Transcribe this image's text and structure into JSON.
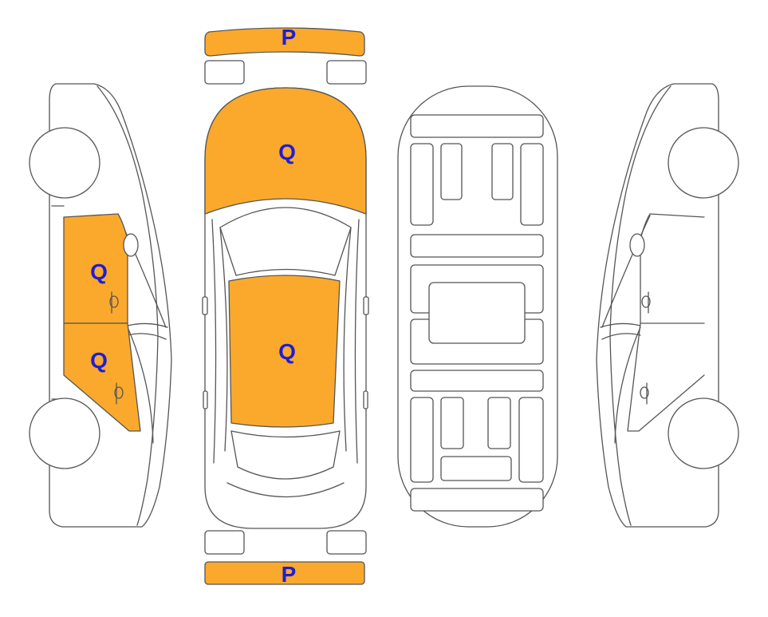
{
  "colors": {
    "highlight": "#FBA92C",
    "outline": "#555555",
    "label": "#1F1FD1"
  },
  "labels": {
    "front_bumper": "P",
    "hood": "Q",
    "roof": "Q",
    "left_front_door": "Q",
    "left_rear_door": "Q",
    "rear_bumper": "P"
  }
}
